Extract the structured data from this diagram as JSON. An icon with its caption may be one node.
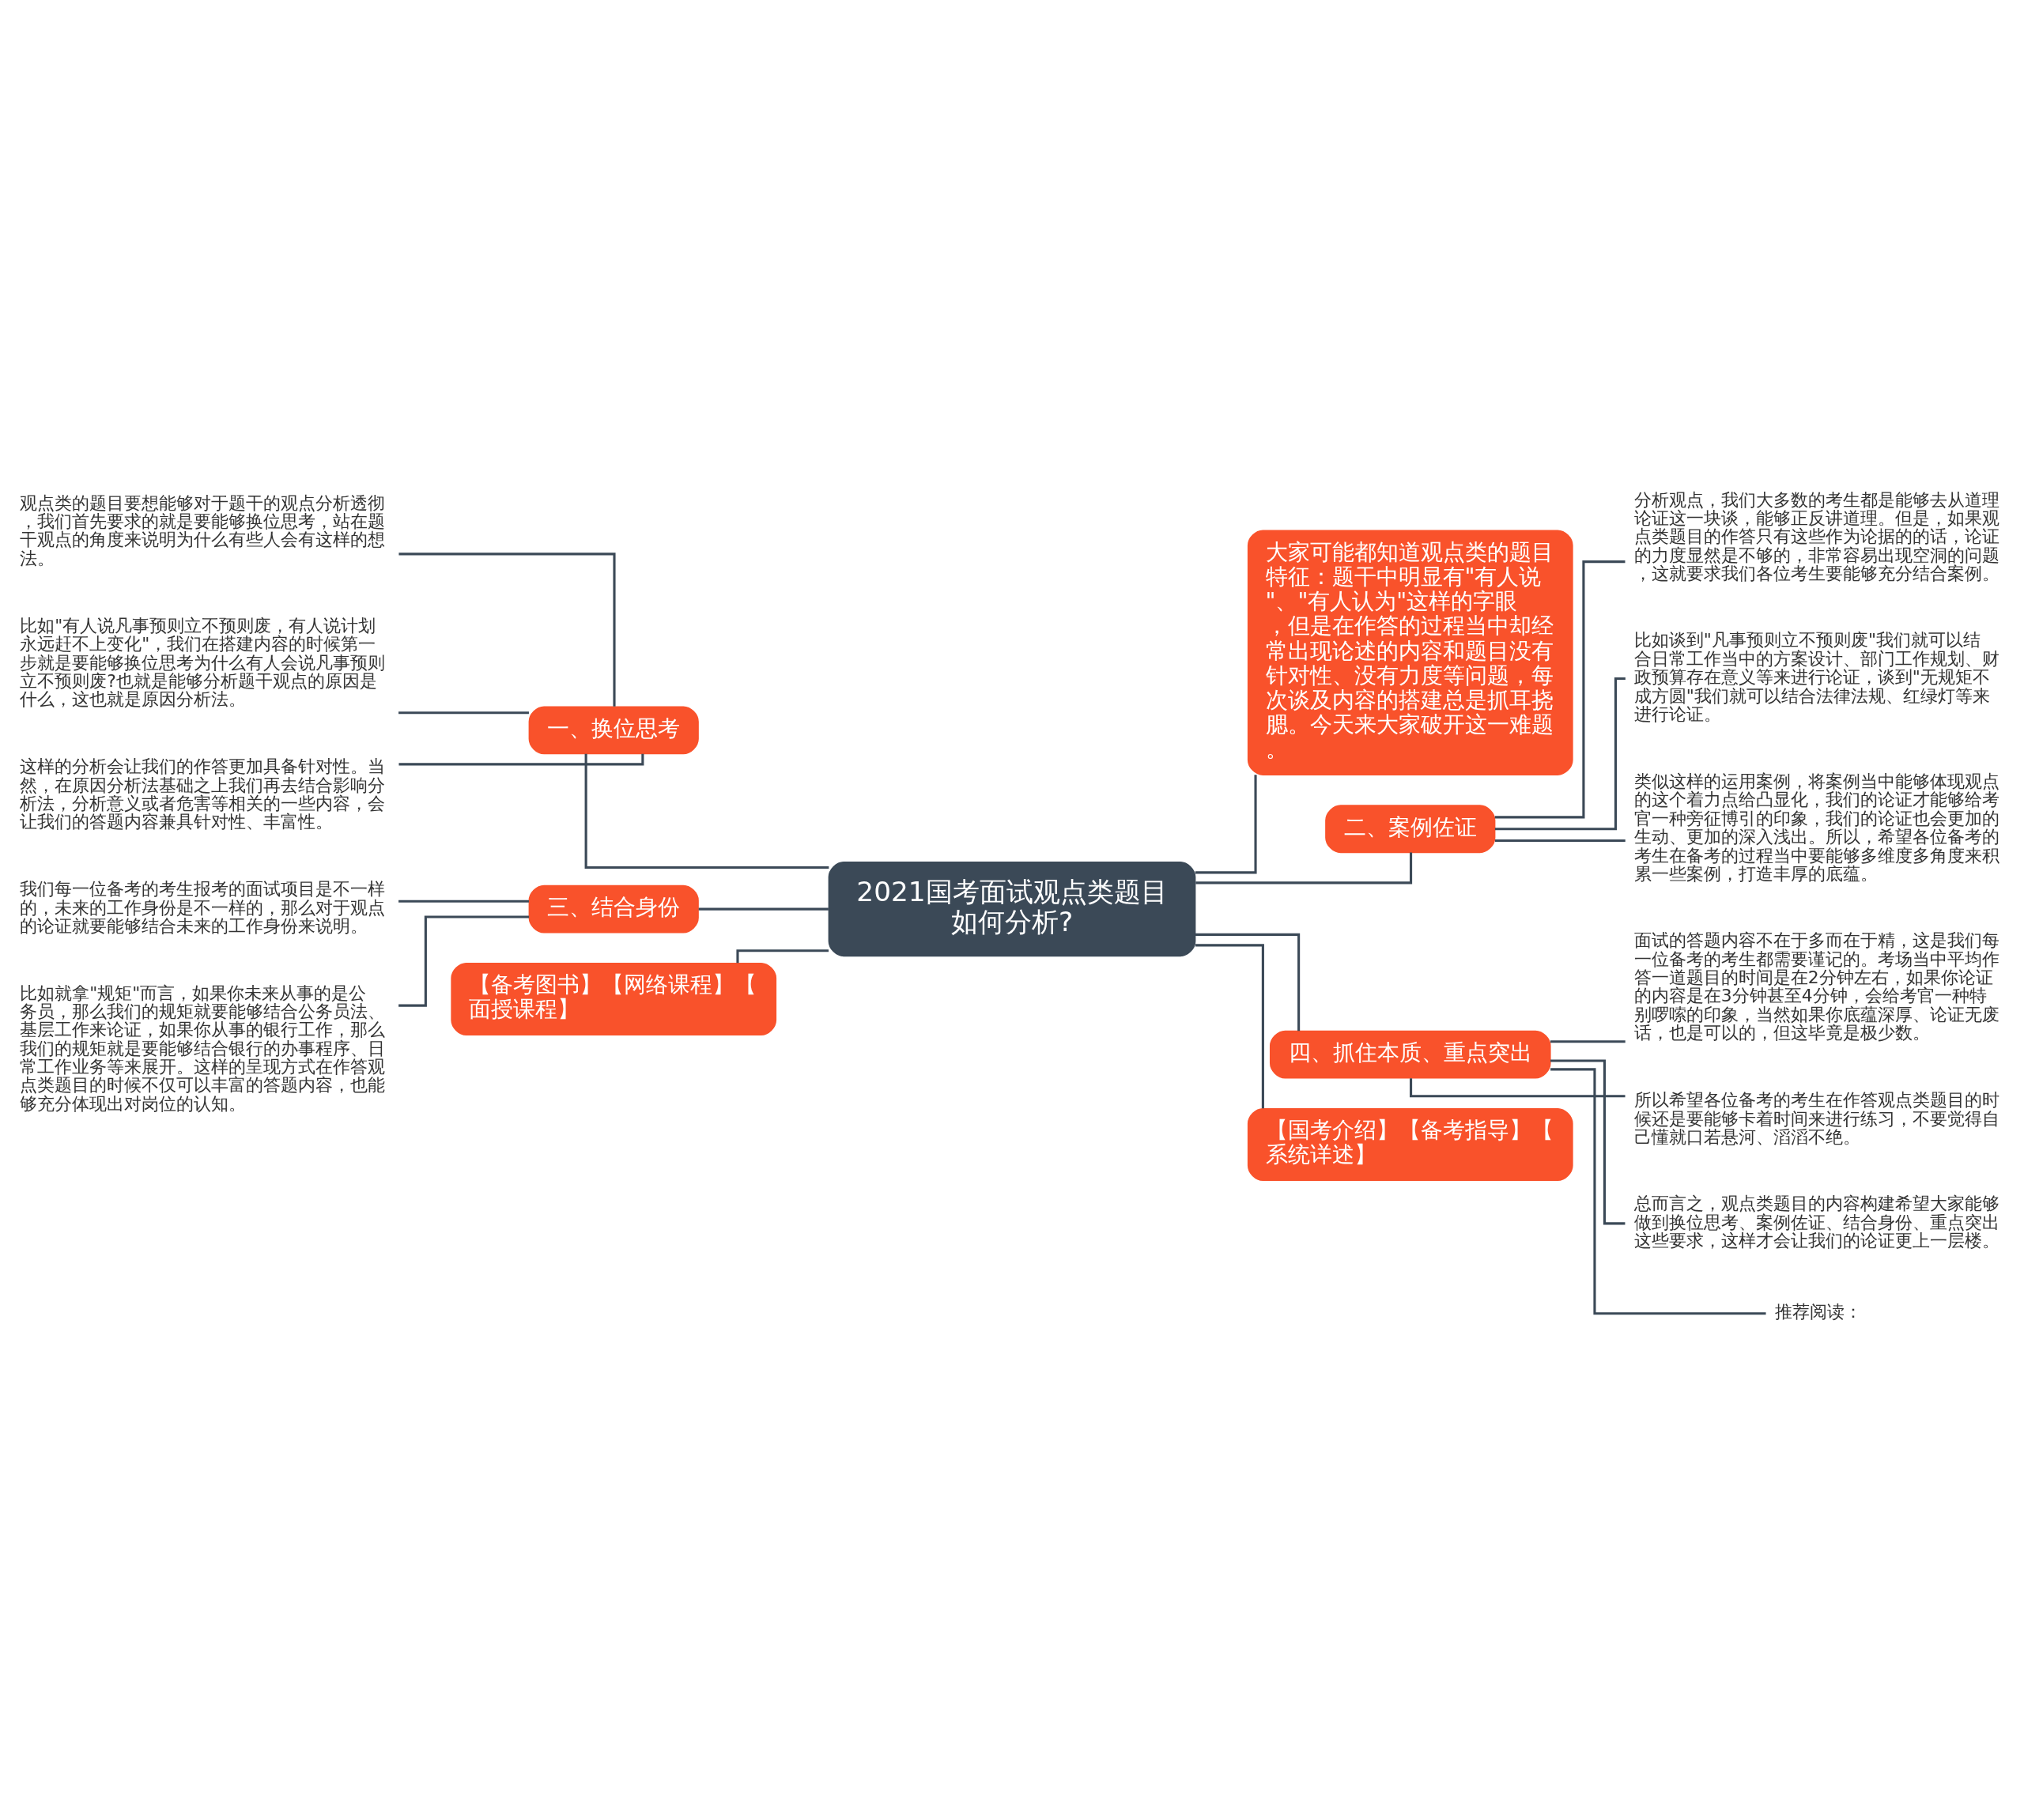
{
  "diagram": {
    "nodes": [
      {
        "text": [
          "2021国考面试观点类题目如何分析?"
        ]
      },
      {
        "text": [
          "一、换位思考"
        ]
      },
      {
        "text": [
          "观点类的题目要想能够对于题干的观点分析透彻，我们首先要求的就是要能够换位思考，站在题干观点的角度来说明为什么有些人会有这样的想法。"
        ]
      },
      {
        "text": [
          "比如\"有人说凡事预则立不预则废，有人说计划永远赶不上变化\"，我们在搭建内容的时候第一步就是要能够换位思考为什么有人会说凡事预则立不预则废?也就是能够分析题干观点的原因是什么，这也就是原因分析法。"
        ]
      },
      {
        "text": [
          "这样的分析会让我们的作答更加具备针对性。当然，在原因分析法基础之上我们再去结合影响分析法，分析意义或者危害等相关的一些内容，会让我们的答题内容兼具针对性、丰富性。"
        ]
      },
      {
        "text": [
          "三、结合身份"
        ]
      },
      {
        "text": [
          "我们每一位备考的考生报考的面试项目是不一样的，未来的工作身份是不一样的，那么对于观点的论证就要能够结合未来的工作身份来说明。"
        ]
      },
      {
        "text": [
          "比如就拿\"规矩\"而言，如果你未来从事的是公务员，那么我们的规矩就要能够结合公务员法、基层工作来论证，如果你从事的银行工作，那么我们的规矩就是要能够结合银行的办事程序、日常工作业务等来展开。这样的呈现方式在作答观点类题目的时候不仅可以丰富的答题内容，也能够充分体现出对岗位的认知。"
        ]
      },
      {
        "text": [
          "【备考图书】【网络课程】【面授课程】"
        ]
      },
      {
        "text": [
          "大家可能都知道观点类的题目特征：题干中明显有\"有人说\"、\"有人认为\"这样的字眼，但是在作答的过程当中却经常出现论述的内容和题目没有针对性、没有力度等问题，每次谈及内容的搭建总是抓耳挠腮。今天来大家破开这一难题。"
        ]
      },
      {
        "text": [
          "二、案例佐证"
        ]
      },
      {
        "text": [
          "分析观点，我们大多数的考生都是能够去从道理论证这一块谈，能够正反讲道理。但是，如果观点类题目的作答只有这些作为论据的的话，论证的力度显然是不够的，非常容易出现空洞的问题，这就要求我们各位考生要能够充分结合案例。"
        ]
      },
      {
        "text": [
          "比如谈到\"凡事预则立不预则废\"我们就可以结合日常工作当中的方案设计、部门工作规划、财政预算存在意义等来进行论证，谈到\"无规矩不成方圆\"我们就可以结合法律法规、红绿灯等来进行论证。"
        ]
      },
      {
        "text": [
          "类似这样的运用案例，将案例当中能够体现观点的这个着力点给凸显化，我们的论证才能够给考官一种旁征博引的印象，我们的论证也会更加的生动、更加的深入浅出。所以，希望各位备考的考生在备考的过程当中要能够多维度多角度来积累一些案例，打造丰厚的底蕴。"
        ]
      },
      {
        "text": [
          "四、抓住本质、重点突出"
        ]
      },
      {
        "text": [
          "面试的答题内容不在于多而在于精，这是我们每一位备考的考生都需要谨记的。考场当中平均作答一道题目的时间是在2分钟左右，如果你论证的内容是在3分钟甚至4分钟，会给考官一种特别啰嗦的印象，当然如果你底蕴深厚、论证无废话，也是可以的，但这毕竟是极少数。"
        ]
      },
      {
        "text": [
          "所以希望各位备考的考生在作答观点类题目的时候还是要能够卡着时间来进行练习，不要觉得自己懂就口若悬河、滔滔不绝。"
        ]
      },
      {
        "text": [
          "总而言之，观点类题目的内容构建希望大家能够做到换位思考、案例佐证、结合身份、重点突出这些要求，这样才会让我们的论证更上一层楼。"
        ]
      },
      {
        "text": [
          "推荐阅读："
        ]
      },
      {
        "text": [
          "【国考介绍】【备考指导】【系统详述】"
        ]
      }
    ],
    "edges": [
      {
        "from": 0,
        "to": 1,
        "arrow": "none"
      },
      {
        "from": 1,
        "to": 2,
        "arrow": "none"
      },
      {
        "from": 1,
        "to": 3,
        "arrow": "none"
      },
      {
        "from": 1,
        "to": 4,
        "arrow": "none"
      },
      {
        "from": 0,
        "to": 5,
        "arrow": "none"
      },
      {
        "from": 5,
        "to": 6,
        "arrow": "none"
      },
      {
        "from": 5,
        "to": 7,
        "arrow": "none"
      },
      {
        "from": 0,
        "to": 8,
        "arrow": "none"
      },
      {
        "from": 0,
        "to": 9,
        "arrow": "none"
      },
      {
        "from": 0,
        "to": 10,
        "arrow": "none"
      },
      {
        "from": 10,
        "to": 11,
        "arrow": "none"
      },
      {
        "from": 10,
        "to": 12,
        "arrow": "none"
      },
      {
        "from": 10,
        "to": 13,
        "arrow": "none"
      },
      {
        "from": 0,
        "to": 14,
        "arrow": "none"
      },
      {
        "from": 14,
        "to": 15,
        "arrow": "none"
      },
      {
        "from": 14,
        "to": 16,
        "arrow": "none"
      },
      {
        "from": 14,
        "to": 17,
        "arrow": "none"
      },
      {
        "from": 14,
        "to": 18,
        "arrow": "none"
      },
      {
        "from": 0,
        "to": 19,
        "arrow": "none"
      }
    ]
  }
}
